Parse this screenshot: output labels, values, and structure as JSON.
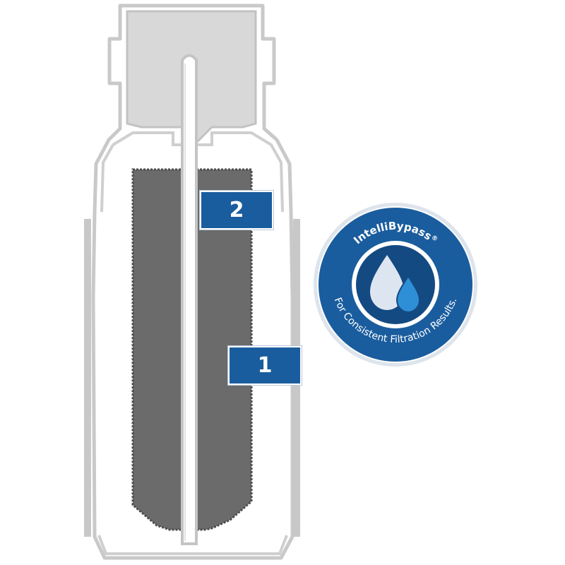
{
  "labels": {
    "stage_2": "2",
    "stage_1": "1"
  },
  "badge": {
    "brand": "IntelliBypass",
    "registered_mark": "®",
    "tagline": "For Consistent Filtration Results."
  },
  "colors": {
    "badge_blue": "#1a5d9e",
    "badge_dark": "#144a82",
    "label_blue": "#1a5d9e",
    "cartridge_outline": "#c8c8c8",
    "cartridge_fill": "#dcdcdc",
    "filter_media": "#6b6b6b",
    "drop_light": "#dde6f0",
    "drop_accent": "#2f8fd6"
  },
  "icons": [
    "water-drops-icon"
  ]
}
